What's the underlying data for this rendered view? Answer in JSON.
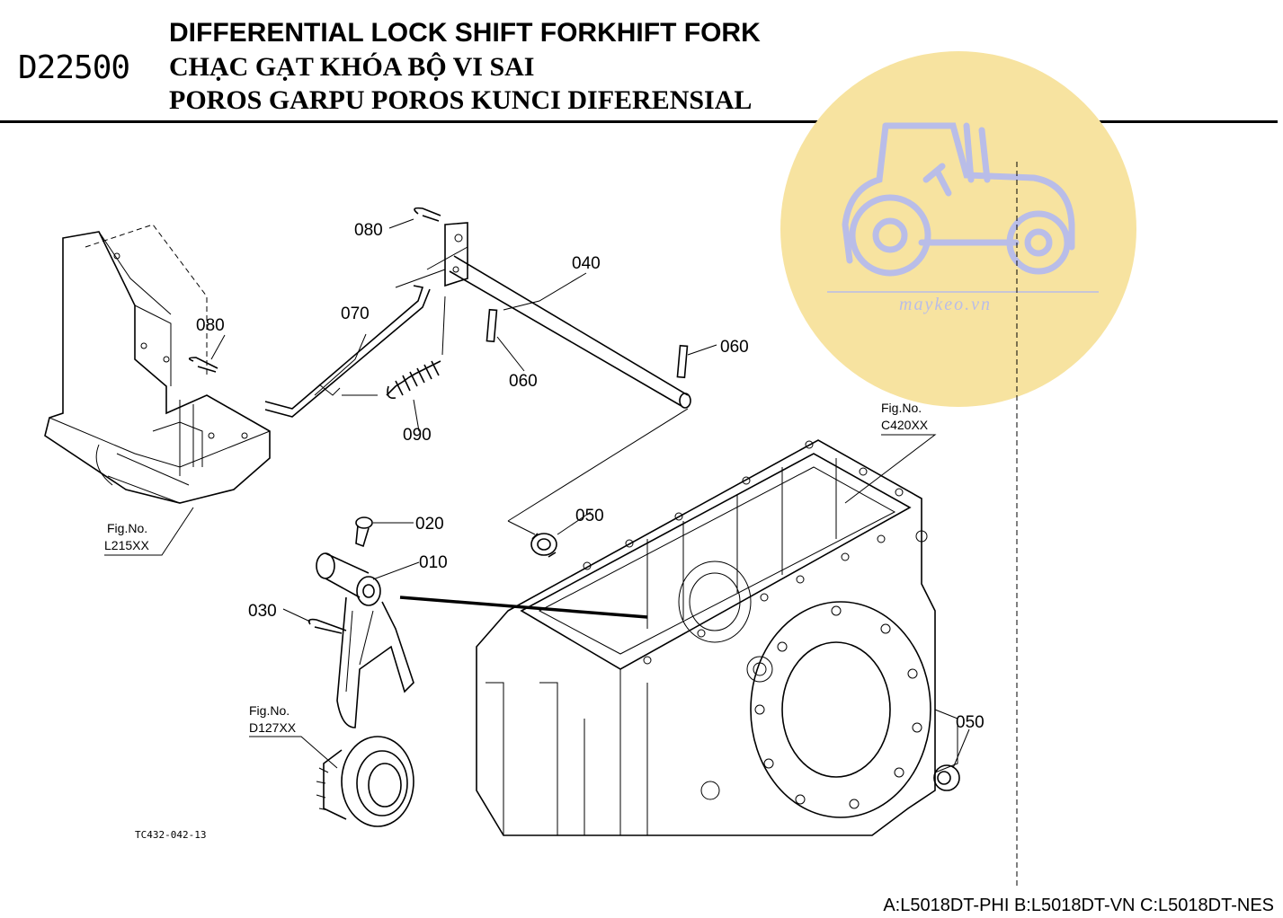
{
  "header": {
    "code": "D22500",
    "title_en": "DIFFERENTIAL LOCK SHIFT FORKHIFT FORK",
    "title_vi": "CHẠC GẠT KHÓA BỘ VI SAI",
    "title_id": "POROS GARPU POROS KUNCI DIFERENSIAL"
  },
  "watermark": {
    "text": "maykeo.vn",
    "circle_color": "#f7e3a0",
    "tractor_color": "#b9bde8"
  },
  "part_labels": {
    "p010": "010",
    "p020": "020",
    "p030": "030",
    "p040": "040",
    "p050a": "050",
    "p050b": "050",
    "p060a": "060",
    "p060b": "060",
    "p070": "070",
    "p080a": "080",
    "p080b": "080",
    "p090": "090"
  },
  "fig_refs": {
    "c420": {
      "line1": "Fig.No.",
      "line2": "C420XX"
    },
    "l215": {
      "line1": "Fig.No.",
      "line2": "L215XX"
    },
    "d127": {
      "line1": "Fig.No.",
      "line2": "D127XX"
    }
  },
  "drawing_code": "TC432-042-13",
  "models": "A:L5018DT-PHI B:L5018DT-VN C:L5018DT-NES"
}
